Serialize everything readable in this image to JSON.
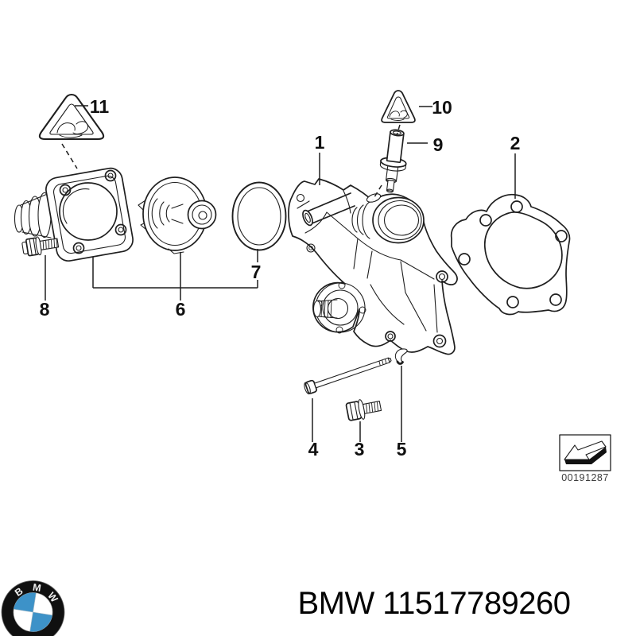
{
  "colors": {
    "line": "#1f1f1f",
    "label": "#101010",
    "bmw-blue": "#3d92c8",
    "stamp-text": "#3c3c3c",
    "background": "#ffffff"
  },
  "callouts": {
    "labels": [
      "1",
      "2",
      "3",
      "4",
      "5",
      "6",
      "7",
      "8",
      "9",
      "10",
      "11"
    ]
  },
  "stamp": {
    "code": "00191287"
  },
  "footer": {
    "part_text": "BMW 11517789260"
  },
  "logo": {
    "letters": [
      "B",
      "M",
      "W"
    ]
  }
}
